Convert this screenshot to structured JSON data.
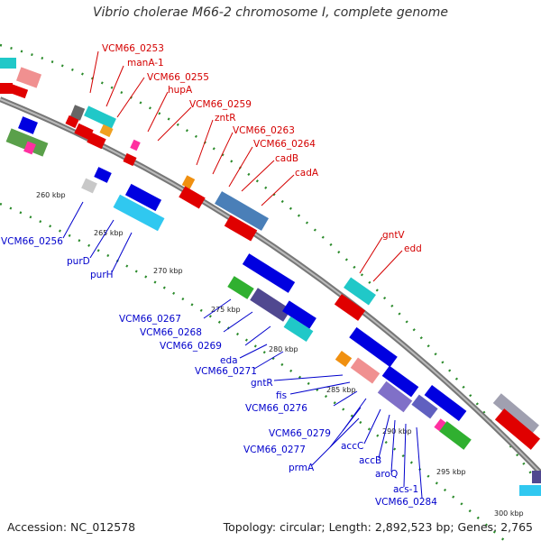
{
  "title": "Vibrio cholerae M66-2 chromosome I, complete genome",
  "footer": {
    "accession": "Accession: NC_012578",
    "summary": "Topology: circular; Length: 2,892,523 bp; Genes: 2,765"
  },
  "colors": {
    "backbone": "#8c8c8c",
    "forward_label": "#d40000",
    "reverse_label": "#0000cc",
    "tick": "#2a8a2a"
  },
  "ticks": [
    "260 kbp",
    "265 kbp",
    "270 kbp",
    "275 kbp",
    "280 kbp",
    "285 kbp",
    "290 kbp",
    "295 kbp",
    "300 kbp"
  ],
  "forward_labels": [
    "VCM66_0253",
    "manA-1",
    "VCM66_0255",
    "hupA",
    "VCM66_0259",
    "zntR",
    "VCM66_0263",
    "VCM66_0264",
    "cadB",
    "cadA",
    "gntV",
    "edd"
  ],
  "reverse_labels": [
    "VCM66_0256",
    "purD",
    "purH",
    "VCM66_0267",
    "VCM66_0268",
    "VCM66_0269",
    "eda",
    "VCM66_0271",
    "gntR",
    "fis",
    "VCM66_0276",
    "VCM66_0279",
    "VCM66_0277",
    "accC",
    "prmA",
    "accB",
    "aroQ",
    "acs-1",
    "VCM66_0284"
  ]
}
